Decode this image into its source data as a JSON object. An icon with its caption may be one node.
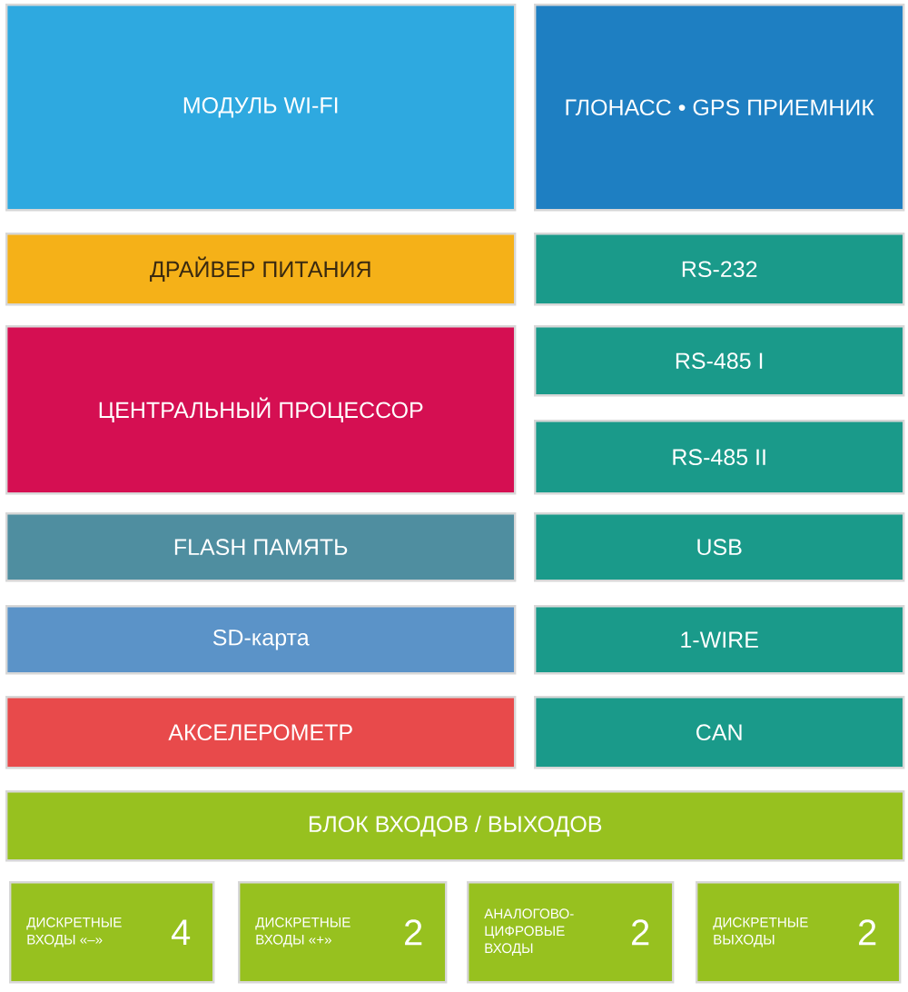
{
  "diagram": {
    "nodes": [
      {
        "text": [
          "МОДУЛЬ WI-FI"
        ]
      },
      {
        "text": [
          "ГЛОНАСС • GPS ПРИЕМНИК"
        ]
      },
      {
        "text": [
          "ДРАЙВЕР ПИТАНИЯ"
        ]
      },
      {
        "text": [
          "RS-232"
        ]
      },
      {
        "text": [
          "ЦЕНТРАЛЬНЫЙ ПРОЦЕССОР"
        ]
      },
      {
        "text": [
          "RS-485 I"
        ]
      },
      {
        "text": [
          "RS-485 II"
        ]
      },
      {
        "text": [
          "FLASH ПАМЯТЬ"
        ]
      },
      {
        "text": [
          "USB"
        ]
      },
      {
        "text": [
          "SD-карта"
        ]
      },
      {
        "text": [
          "1-WIRE"
        ]
      },
      {
        "text": [
          "АКСЕЛЕРОМЕТР"
        ]
      },
      {
        "text": [
          "CAN"
        ]
      },
      {
        "text": [
          "БЛОК ВХОДОВ / ВЫХОДОВ"
        ]
      },
      {
        "text": [
          "ДИСКРЕТНЫЕ ВХОДЫ «–»",
          "4"
        ]
      },
      {
        "text": [
          "ДИСКРЕТНЫЕ ВХОДЫ «+»",
          "2"
        ]
      },
      {
        "text": [
          "АНАЛОГОВО- ЦИФРОВЫЕ ВХОДЫ",
          "2"
        ]
      },
      {
        "text": [
          "ДИСКРЕТНЫЕ ВЫХОДЫ",
          "2"
        ]
      }
    ]
  }
}
